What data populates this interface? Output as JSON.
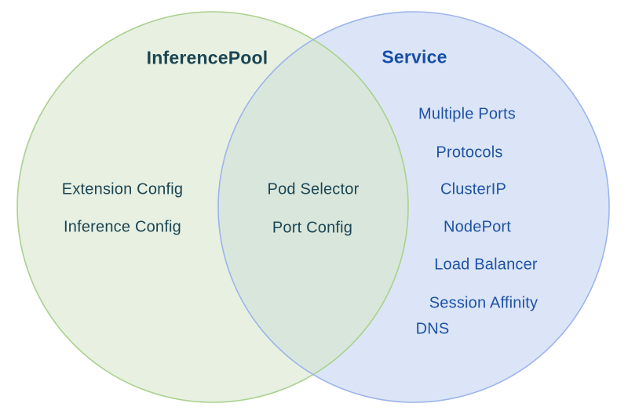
{
  "diagram": {
    "type": "venn",
    "left_set": {
      "title": "InferencePool",
      "items": [
        "Extension Config",
        "Inference Config"
      ]
    },
    "right_set": {
      "title": "Service",
      "items": [
        "Multiple Ports",
        "Protocols",
        "ClusterIP",
        "NodePort",
        "Load Balancer",
        "Session Affinity",
        "DNS"
      ]
    },
    "intersection": {
      "items": [
        "Pod Selector",
        "Port Config"
      ]
    },
    "colors": {
      "left_fill": "#e7f0e1",
      "left_stroke": "#a9d18e",
      "right_fill": "#dbe5f7",
      "right_stroke": "#9db4ec",
      "overlap_fill": "#d9e6db",
      "left_text": "#1b4552",
      "right_text": "#1f52a3",
      "right_title_text": "#174ea6",
      "background": "#ffffff"
    }
  }
}
